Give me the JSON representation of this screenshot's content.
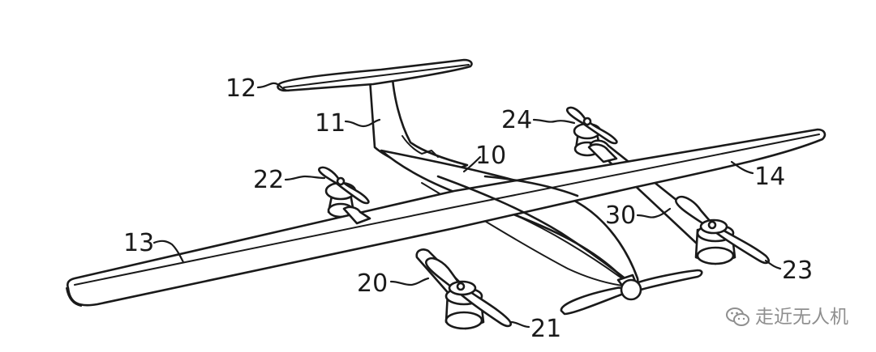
{
  "labels": {
    "fuselage": "10",
    "tail_boom": "11",
    "horizontal_tail": "12",
    "left_wing": "13",
    "right_wing": "14",
    "rotor_front_left": "20",
    "rotor_front_left_tip": "21",
    "rotor_rear_left": "22",
    "rotor_front_right": "23",
    "rotor_rear_right": "24",
    "rotor_arm_right": "30"
  },
  "watermark": {
    "text": "走近无人机",
    "icon": "wechat-icon",
    "color": "#8f8f8f"
  }
}
